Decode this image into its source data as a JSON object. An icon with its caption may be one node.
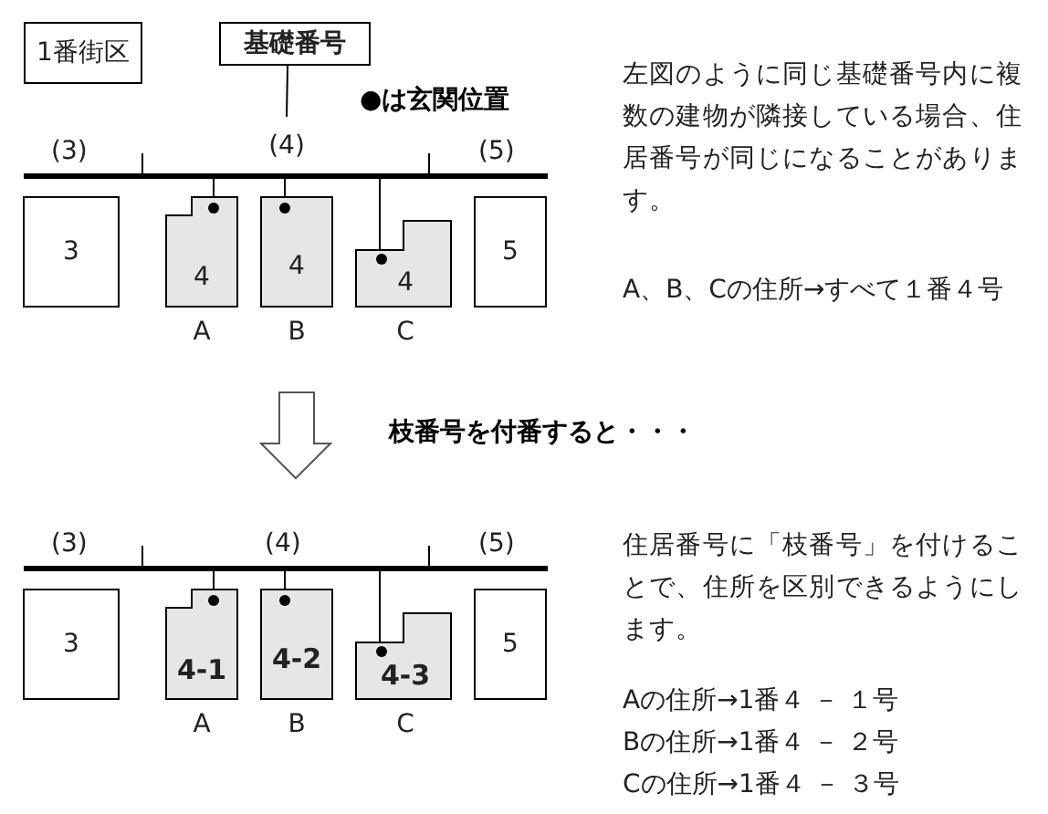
{
  "diagram": {
    "nodes": [
      {
        "text": [
          "1番街区"
        ]
      },
      {
        "text": [
          "基礎番号"
        ]
      },
      {
        "text": [
          "(4)"
        ]
      },
      {
        "text": [],
        "shape": "bar"
      },
      {
        "text": [
          "3"
        ]
      },
      {
        "text": [
          "4"
        ],
        "beside": [
          "A"
        ]
      },
      {
        "text": [
          "4"
        ],
        "beside": [
          "B"
        ]
      },
      {
        "text": [
          "4"
        ],
        "beside": [
          "C"
        ]
      },
      {
        "text": [
          "5"
        ]
      },
      {
        "text": [],
        "shape": "bar"
      },
      {
        "text": [
          "3"
        ]
      },
      {
        "text": [
          "4-1"
        ],
        "beside": [
          "A"
        ]
      },
      {
        "text": [
          "4-2"
        ],
        "beside": [
          "B"
        ]
      },
      {
        "text": [
          "4-3"
        ],
        "beside": [
          "C"
        ]
      },
      {
        "text": [
          "5"
        ]
      }
    ],
    "edges": [
      {
        "from": 1,
        "to": 2,
        "arrow": "none"
      },
      {
        "from": 5,
        "to": 3,
        "arrow": "none"
      },
      {
        "from": 6,
        "to": 3,
        "arrow": "none"
      },
      {
        "from": 7,
        "to": 3,
        "arrow": "none"
      },
      {
        "from": 11,
        "to": 9,
        "arrow": "none"
      },
      {
        "from": 12,
        "to": 9,
        "arrow": "none"
      },
      {
        "from": 13,
        "to": 9,
        "arrow": "none"
      }
    ],
    "labels": [
      "●は玄関位置",
      "(3)",
      "(5)",
      "左図のように同じ基礎番号内に複数の建物が隣接している場合、住居番号が同じになることがあります。",
      "A、B、Cの住所→すべて１番４号",
      "枝番号を付番すると・・・",
      "(3)",
      "(4)",
      "(5)",
      "住居番号に「枝番号」を付けることで、住所を区別できるようにします。",
      "Aの住所→1番４ － １号",
      "Bの住所→1番４ － ２号",
      "Cの住所→1番４ － ３号"
    ]
  }
}
